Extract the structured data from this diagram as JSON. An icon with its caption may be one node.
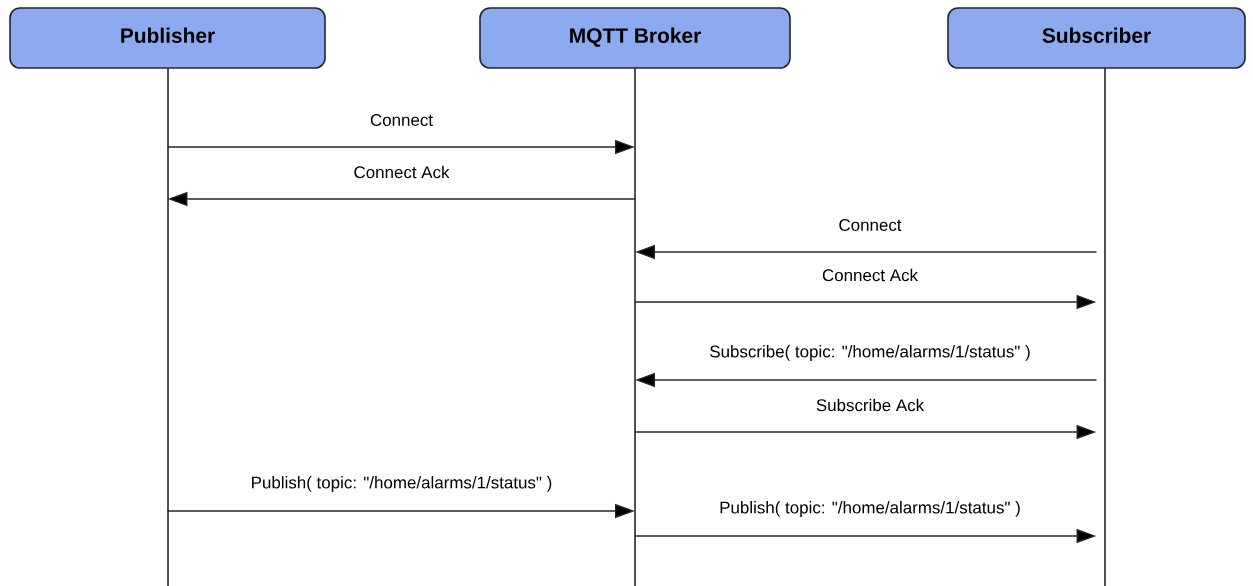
{
  "diagram": {
    "nodes": [
      {
        "text": [
          "Publisher"
        ]
      },
      {
        "text": [
          "MQTT Broker"
        ]
      },
      {
        "text": [
          "Subscriber"
        ]
      }
    ],
    "edges": [
      {
        "from": 0,
        "to": 1,
        "arrow": "to",
        "label": "Connect"
      },
      {
        "from": 1,
        "to": 0,
        "arrow": "to",
        "label": "Connect Ack"
      },
      {
        "from": 2,
        "to": 1,
        "arrow": "to",
        "label": "Connect"
      },
      {
        "from": 1,
        "to": 2,
        "arrow": "to",
        "label": "Connect Ack"
      },
      {
        "from": 2,
        "to": 1,
        "arrow": "to",
        "label": "Subscribe( topic: \"/home/alarms/1/status\" )"
      },
      {
        "from": 1,
        "to": 2,
        "arrow": "to",
        "label": "Subscribe Ack"
      },
      {
        "from": 0,
        "to": 1,
        "arrow": "to",
        "label": "Publish( topic: \"/home/alarms/1/status\" )"
      },
      {
        "from": 1,
        "to": 2,
        "arrow": "to",
        "label": "Publish( topic: \"/home/alarms/1/status\" )"
      }
    ]
  }
}
